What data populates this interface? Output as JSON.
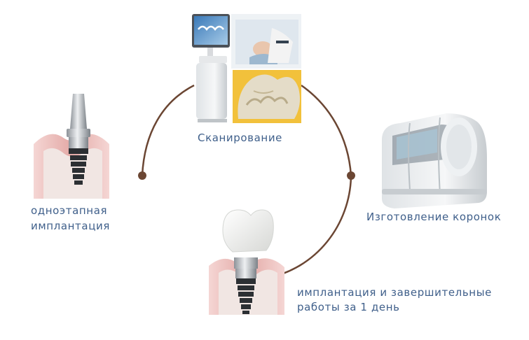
{
  "steps": {
    "scan": {
      "label": "Сканирование"
    },
    "crowns": {
      "label": "Изготовление коронок"
    },
    "implant_one_stage": {
      "line1": "одноэтапная",
      "line2": "имплантация"
    },
    "final": {
      "line1": "имплантация и завершительные",
      "line2": "работы за 1 день"
    }
  },
  "colors": {
    "cycle_arc": "#6b4633",
    "label_text": "#3f5f8a",
    "gum": "#e3a9a6",
    "metal": "#c9cdd2",
    "crown": "#f2f2f0"
  },
  "icons": [
    "dental-scanner-icon",
    "milling-machine-icon",
    "implant-abutment-icon",
    "implant-crown-icon"
  ]
}
